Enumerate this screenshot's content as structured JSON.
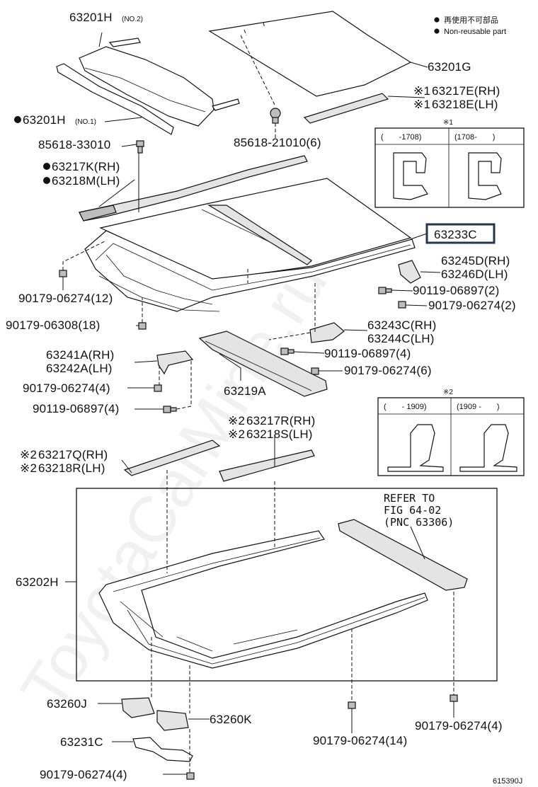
{
  "legend": {
    "jp": "再使用不可部品",
    "en": "Non-reusable part"
  },
  "labels": {
    "p63201H_no2": "63201H",
    "p63201H_no2_note": "(NO.2)",
    "p63201G": "63201G",
    "p63217E": "63217E(RH)",
    "p63218E": "63218E(LH)",
    "mark1": "※1",
    "mark2": "※2",
    "p63201H_no1": "63201H",
    "p63201H_no1_note": "(NO.1)",
    "p85618_33010": "85618-33010",
    "p85618_21010": "85618-21010(6)",
    "p63217K": "63217K(RH)",
    "p63218M": "63218M(LH)",
    "p63233C": "63233C",
    "p63245D": "63245D(RH)",
    "p63246D": "63246D(LH)",
    "p90179_06274_12": "90179-06274(12)",
    "p90119_06897_2": "90119-06897(2)",
    "p90179_06274_2": "90179-06274(2)",
    "p90179_06308_18": "90179-06308(18)",
    "p63243C": "63243C(RH)",
    "p63244C": "63244C(LH)",
    "p63241A": "63241A(RH)",
    "p63242A": "63242A(LH)",
    "p90119_06897_4a": "90119-06897(4)",
    "p90179_06274_6": "90179-06274(6)",
    "p90179_06274_4a": "90179-06274(4)",
    "p63219A": "63219A",
    "p90119_06897_4b": "90119-06897(4)",
    "p63217R": "63217R(RH)",
    "p63218S": "63218S(LH)",
    "p63217Q": "63217Q(RH)",
    "p63218R": "63218R(LH)",
    "refer1": "REFER TO",
    "refer2": "FIG 64-02",
    "refer3": "(PNC 63306)",
    "p63202H": "63202H",
    "p63260J": "63260J",
    "p63260K": "63260K",
    "p63231C": "63231C",
    "p90179_06274_14": "90179-06274(14)",
    "p90179_06274_4b": "90179-06274(4)",
    "p90179_06274_4c": "90179-06274(4)",
    "figure_id": "615390J"
  },
  "detail1": {
    "mark": "※1",
    "left_range": "(　　-1708)",
    "right_range": "(1708-　　)"
  },
  "detail2": {
    "mark": "※2",
    "left_range": "(　　- 1909)",
    "right_range": "(1909 -　　)"
  },
  "watermark": "ToyotaCarMine.ru",
  "colors": {
    "highlight_border": "#24374a",
    "line": "#111111",
    "background": "#ffffff"
  }
}
